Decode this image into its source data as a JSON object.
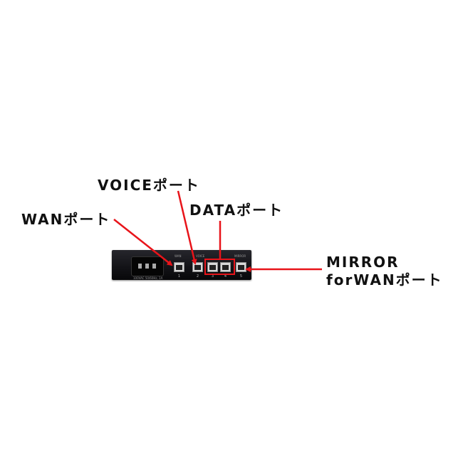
{
  "callouts": {
    "voice": "VOICEポート",
    "data": "DATAポート",
    "wan": "WANポート",
    "mirror_line1": "MIRROR",
    "mirror_line2": "forWANポート"
  },
  "device": {
    "power_text": "100VAC 50/60Hz, 1A",
    "wan_label": "WAN",
    "voice_label": "VOICE",
    "mirror_label": "MIRROR",
    "port_numbers": [
      "1",
      "2",
      "3",
      "4",
      "5"
    ]
  },
  "colors": {
    "arrow": "#e8141a",
    "label_text": "#111111",
    "device_body": "#141418"
  }
}
